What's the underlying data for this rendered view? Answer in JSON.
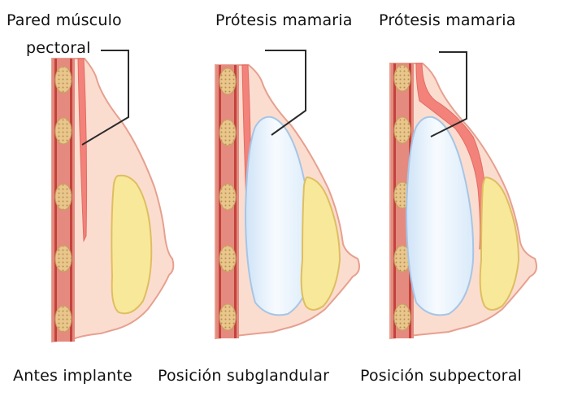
{
  "labels": {
    "pectoral_line1": "Pared músculo",
    "pectoral_line2": "pectoral",
    "prosthesis_subglandular": "Prótesis mamaria",
    "prosthesis_subpectoral": "Prótesis mamaria"
  },
  "captions": {
    "before": "Antes implante",
    "subglandular": "Posición subglandular",
    "subpectoral": "Posición subpectoral"
  },
  "colors": {
    "skin": "#FBDDD0",
    "outline": "#E7A08F",
    "muscle": "#F2827A",
    "rib_wall": "#D55048",
    "bone": "#E8C68C",
    "gland": "#F8E89A",
    "gland_outline": "#DEBE60",
    "implant": "#E2F0FC",
    "implant_outline": "#A6C5E6",
    "leader": "#2A2A2A"
  }
}
